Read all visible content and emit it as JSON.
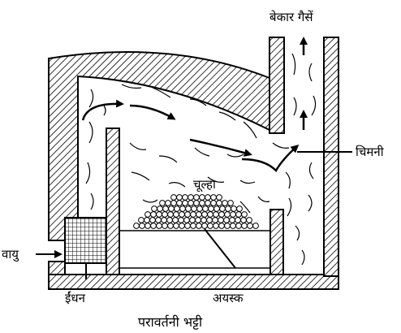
{
  "labels": {
    "waste_gases": "बेकार गैसें",
    "chimney": "चिमनी",
    "hearth": "चूल्हा",
    "air": "वायु",
    "fuel": "ईंधन",
    "ore": "अयस्क"
  },
  "caption": "परावर्तनी भट्टी",
  "colors": {
    "ink": "#000000",
    "background": "#ffffff"
  },
  "icons": {
    "flow_arrows": "arrow-right-icon",
    "exhaust_arrows": "arrow-up-icon",
    "air_arrow": "arrow-right-icon"
  }
}
